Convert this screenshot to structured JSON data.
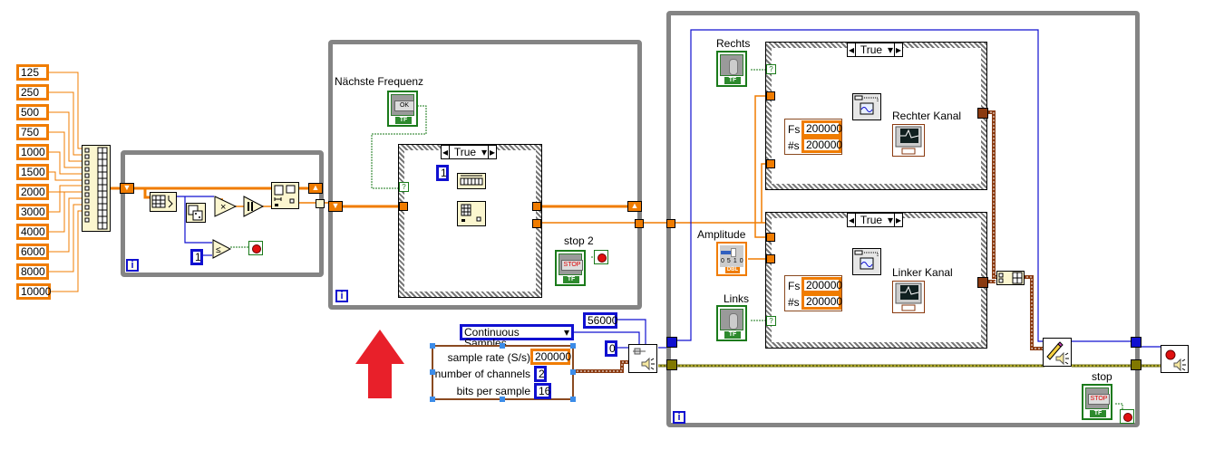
{
  "diagram": {
    "frequency_constants": [
      "125",
      "250",
      "500",
      "750",
      "1000",
      "1500",
      "2000",
      "3000",
      "4000",
      "6000",
      "8000",
      "10000"
    ],
    "loop1": {
      "iteration_icon": "i",
      "compare_constant": "1",
      "nodes": [
        "build-array-icon",
        "array-subset-icon",
        "random-number-icon",
        "multiply-icon",
        "round-icon",
        "replace-array-subset-icon",
        "greater-or-equal-icon"
      ]
    },
    "loop2": {
      "iteration_icon": "i",
      "button_label": "Nächste Frequenz",
      "button_text": "OK",
      "case_selector": "True",
      "index_constant": "1",
      "stop_label": "stop 2",
      "stop_text": "STOP",
      "tf": "TF"
    },
    "config": {
      "enum_value": "Continuous Samples",
      "buffer_constant": "56000",
      "device_constant": "0",
      "cluster": {
        "rows": [
          {
            "label": "sample rate (S/s)",
            "value": "200000"
          },
          {
            "label": "number of channels",
            "value": "2"
          },
          {
            "label": "bits per sample",
            "value": "16"
          }
        ]
      }
    },
    "loop3": {
      "iteration_icon": "i",
      "right": {
        "toggle_label": "Rechts",
        "case_selector": "True",
        "fs_label": "Fs",
        "fs_value": "200000",
        "ns_label": "#s",
        "ns_value": "200000",
        "graph_label": "Rechter Kanal"
      },
      "amplitude": {
        "label": "Amplitude",
        "type": "DBL",
        "scale": [
          "0",
          "5",
          "10"
        ]
      },
      "left": {
        "toggle_label": "Links",
        "case_selector": "True",
        "fs_label": "Fs",
        "fs_value": "200000",
        "ns_label": "#s",
        "ns_value": "200000",
        "graph_label": "Linker Kanal"
      },
      "stop_label": "stop",
      "stop_text": "STOP",
      "tf": "TF"
    },
    "colors": {
      "numeric_wire": "#f07c00",
      "int_wire": "#1010d0",
      "bool_wire": "#1a7a1a",
      "loop_border": "#848484",
      "waveform_wire": "#8a3a10",
      "arrow": "#e8202a"
    }
  }
}
